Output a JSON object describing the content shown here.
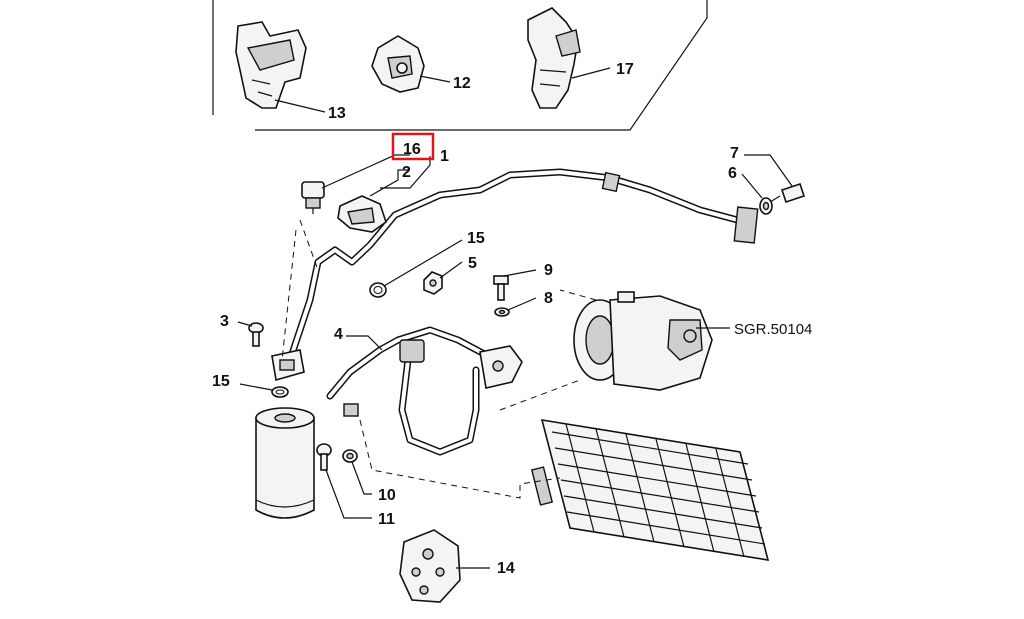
{
  "diagram": {
    "callouts": [
      {
        "id": "13",
        "text": "13"
      },
      {
        "id": "12",
        "text": "12"
      },
      {
        "id": "17",
        "text": "17"
      },
      {
        "id": "16",
        "text": "16",
        "highlighted": true
      },
      {
        "id": "1",
        "text": "1"
      },
      {
        "id": "2",
        "text": "2"
      },
      {
        "id": "7",
        "text": "7"
      },
      {
        "id": "6",
        "text": "6"
      },
      {
        "id": "15a",
        "text": "15"
      },
      {
        "id": "5",
        "text": "5"
      },
      {
        "id": "9",
        "text": "9"
      },
      {
        "id": "8",
        "text": "8"
      },
      {
        "id": "3",
        "text": "3"
      },
      {
        "id": "4",
        "text": "4"
      },
      {
        "id": "15b",
        "text": "15"
      },
      {
        "id": "10",
        "text": "10"
      },
      {
        "id": "11",
        "text": "11"
      },
      {
        "id": "14",
        "text": "14"
      }
    ],
    "reference": "SGR.50104",
    "highlight_color": "#e0161d"
  }
}
